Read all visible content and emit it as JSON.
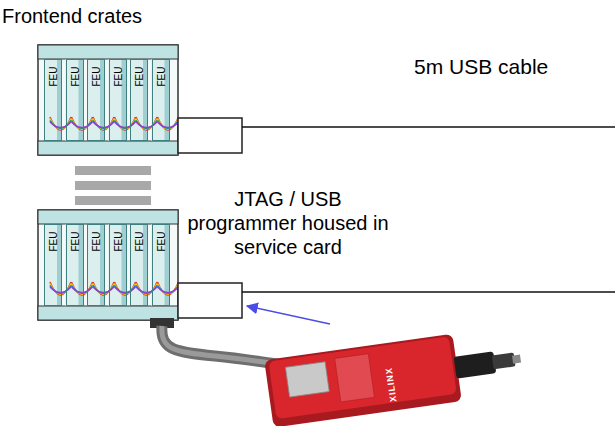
{
  "diagram": {
    "nodes": [
      {
        "text": [
          "FEU"
        ]
      },
      {
        "text": [
          "FEU"
        ]
      },
      {
        "text": [
          "FEU"
        ]
      },
      {
        "text": [
          "FEU"
        ]
      },
      {
        "text": [
          "FEU"
        ]
      },
      {
        "text": [
          "FEU"
        ]
      },
      {
        "text": [
          "FEU"
        ]
      },
      {
        "text": [
          "FEU"
        ]
      },
      {
        "text": [
          "FEU"
        ]
      },
      {
        "text": [
          "FEU"
        ]
      },
      {
        "text": [
          "FEU"
        ]
      },
      {
        "text": [
          "FEU"
        ]
      }
    ],
    "labels": [
      "Frontend crates",
      "5m USB cable",
      "JTAG / USB programmer housed in service card",
      "XILINX"
    ]
  }
}
